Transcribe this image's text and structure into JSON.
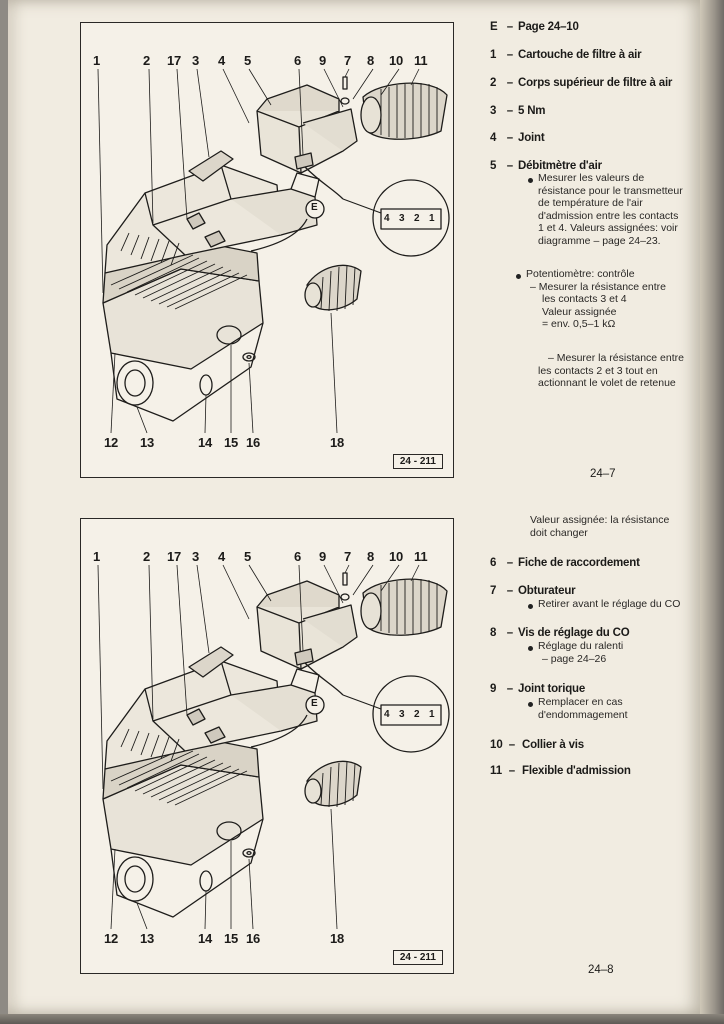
{
  "figure": {
    "callouts_top": [
      "1",
      "2",
      "17",
      "3",
      "4",
      "5",
      "6",
      "9",
      "7",
      "8",
      "10",
      "11"
    ],
    "callouts_bottom": [
      "12",
      "13",
      "14",
      "15",
      "16",
      "18"
    ],
    "connector_pins": [
      "4",
      "3",
      "2",
      "1"
    ],
    "e_marker": "E",
    "figure_number": "24 - 211"
  },
  "page1": {
    "items": [
      {
        "num": "E",
        "label": "Page 24–10"
      },
      {
        "num": "1",
        "label": "Cartouche de filtre à air"
      },
      {
        "num": "2",
        "label": "Corps supérieur de filtre à air"
      },
      {
        "num": "3",
        "label": "5 Nm"
      },
      {
        "num": "4",
        "label": "Joint"
      },
      {
        "num": "5",
        "label": "Débitmètre d'air"
      }
    ],
    "item5_lines_a": [
      "Mesurer les valeurs de",
      "résistance pour le transmetteur",
      "de température de l'air",
      "d'admission entre les contacts",
      "1 et 4. Valeurs assignées: voir",
      "diagramme – page 24–23."
    ],
    "item5_lines_b": [
      "Potentiomètre: contrôle",
      "– Mesurer la résistance entre",
      "les contacts 3 et 4",
      "Valeur assignée",
      "= env. 0,5–1 kΩ"
    ],
    "item5_lines_c": [
      "– Mesurer la résistance entre",
      "les contacts 2 et 3 tout en",
      "actionnant le volet de retenue"
    ],
    "page_number": "24–7"
  },
  "page2": {
    "intro_lines": [
      "Valeur assignée: la résistance",
      "doit changer"
    ],
    "item6": {
      "num": "6",
      "label": "Fiche de raccordement"
    },
    "item7": {
      "num": "7",
      "label": "Obturateur",
      "notes": [
        "Retirer avant le réglage du CO"
      ]
    },
    "item8": {
      "num": "8",
      "label": "Vis de réglage du CO",
      "notes": [
        "Réglage du ralenti",
        "– page 24–26"
      ]
    },
    "item9": {
      "num": "9",
      "label": "Joint torique",
      "notes": [
        "Remplacer en cas",
        "d'endommagement"
      ]
    },
    "item10": {
      "num": "10",
      "label": "Collier à vis"
    },
    "item11": {
      "num": "11",
      "label": "Flexible d'admission"
    },
    "page_number": "24–8"
  }
}
